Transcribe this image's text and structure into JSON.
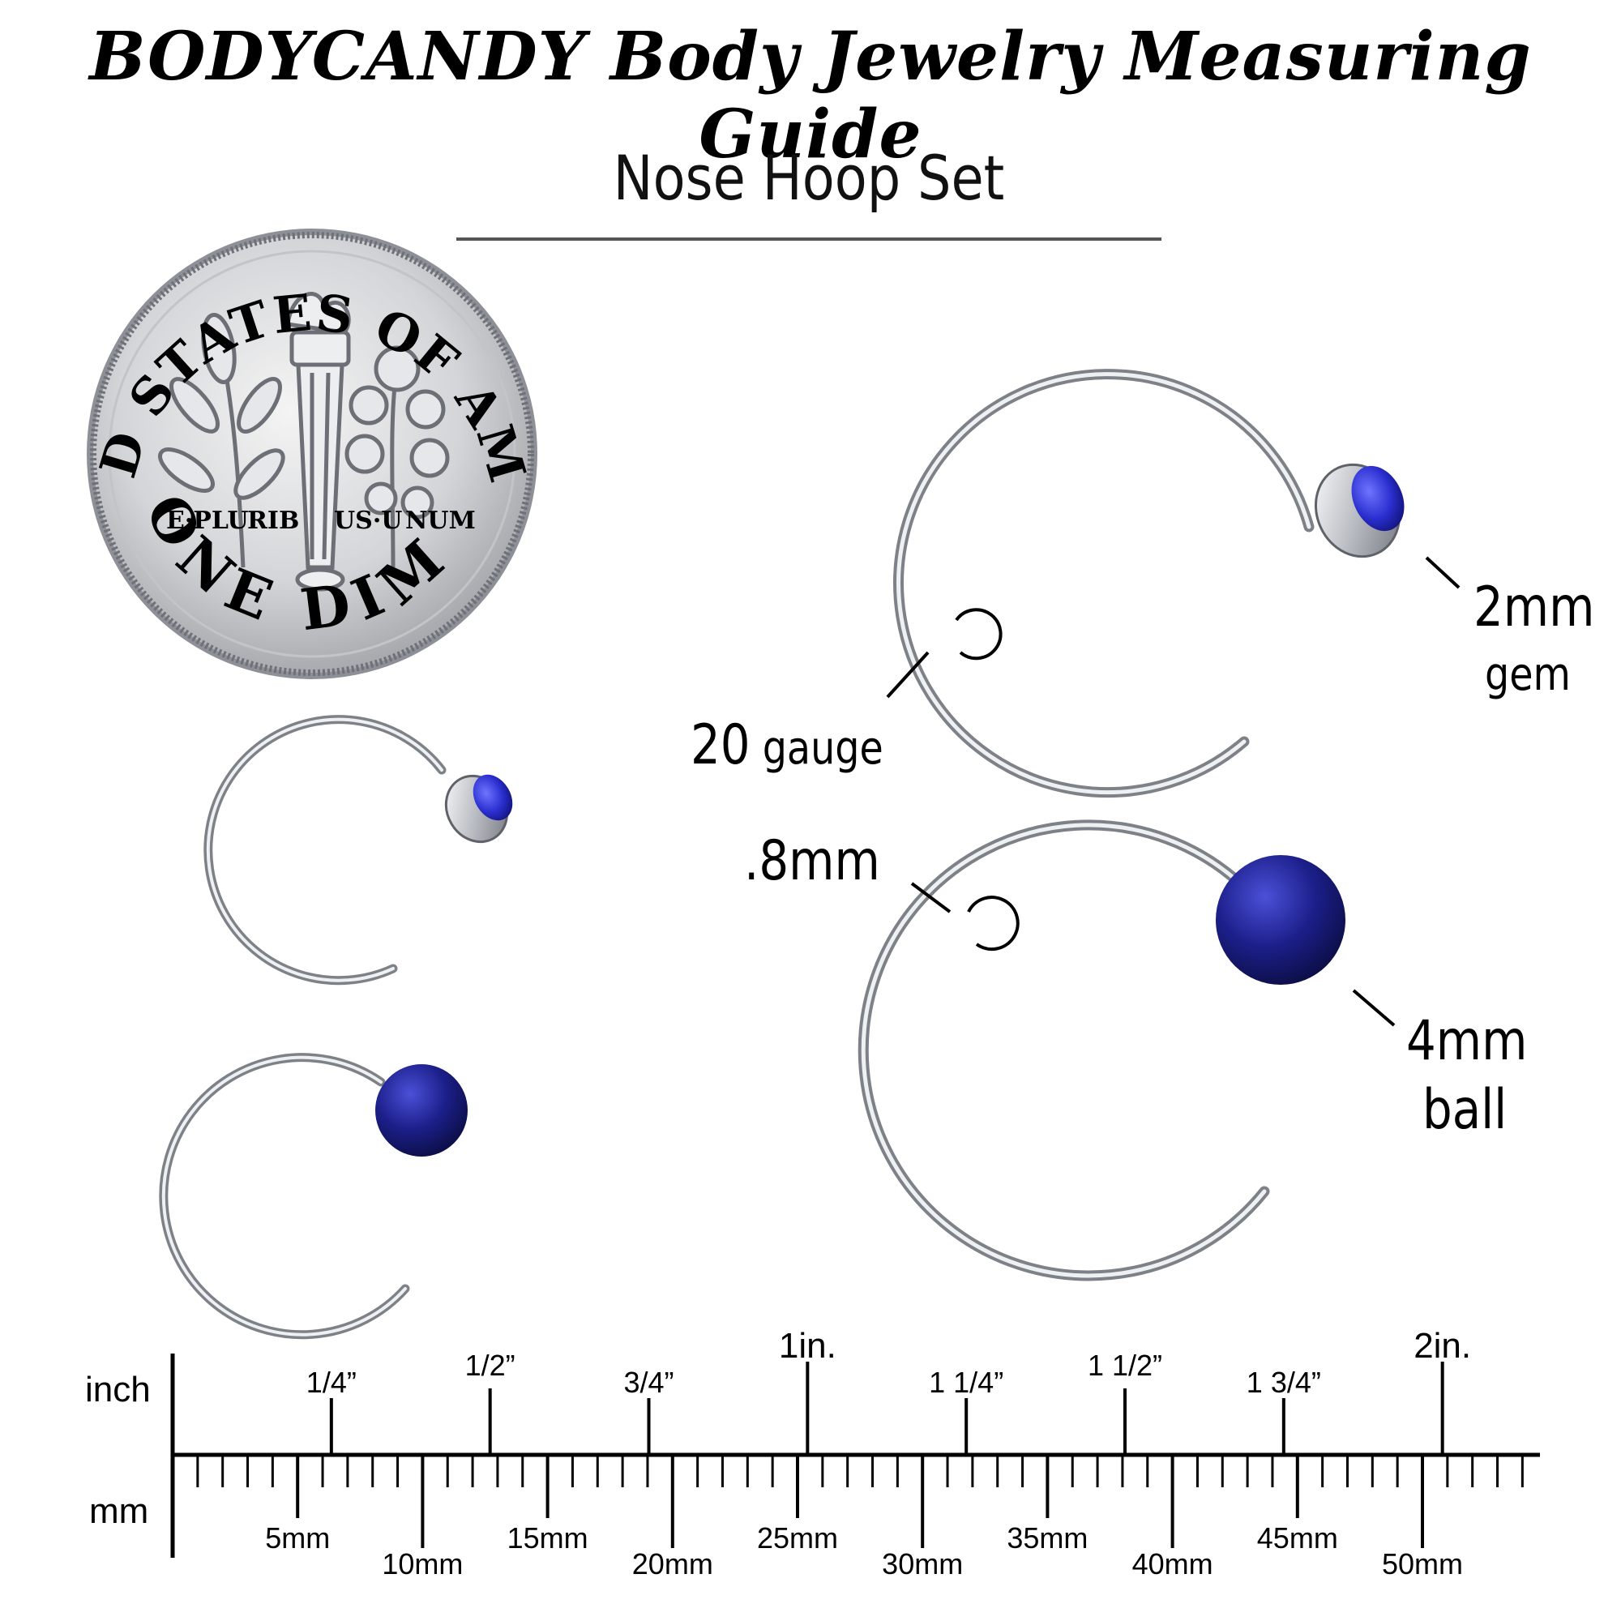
{
  "title": "BODYCANDY Body Jewelry Measuring Guide",
  "subtitle": "Nose Hoop Set",
  "coin": {
    "top_text": "UNITED STATES OF AMERICA",
    "motto": [
      "E·PLU",
      "RIB",
      "US·U",
      "NUM"
    ],
    "bottom_text": "ONE DIME"
  },
  "callouts": {
    "gem_size": "2mm",
    "gem_word": "gem",
    "gauge": "20",
    "gauge_word": "gauge",
    "thickness": ".8mm",
    "ball_size": "4mm",
    "ball_word": "ball"
  },
  "ruler": {
    "inch_label": "inch",
    "mm_label": "mm",
    "inch_marks": [
      "1/4”",
      "1/2”",
      "3/4”",
      "1in.",
      "1 1/4”",
      "1 1/2”",
      "1 3/4”",
      "2in."
    ],
    "mm_marks": [
      "5mm",
      "10mm",
      "15mm",
      "20mm",
      "25mm",
      "30mm",
      "35mm",
      "40mm",
      "45mm",
      "50mm"
    ]
  },
  "colors": {
    "gem_blue": "#2b2fd0",
    "ball_navy": "#1c1f8a",
    "steel": "#a8acb2"
  }
}
